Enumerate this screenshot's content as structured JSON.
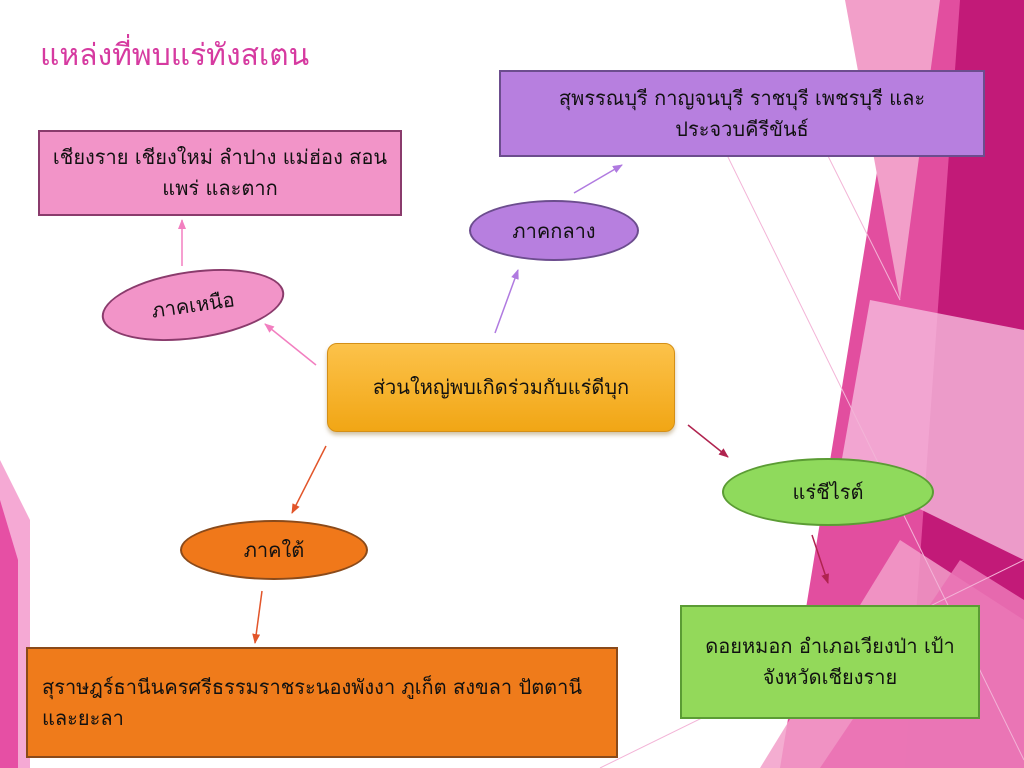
{
  "title": "แหล่งที่พบแร่ทังสเตน",
  "center": {
    "text": "ส่วนใหญ่พบเกิดร่วมกับแร่ดีบุก"
  },
  "regions": {
    "north": {
      "label": "ภาคเหนือ",
      "locations": "เชียงราย เชียงใหม่ ลำปาง แม่ฮ่อง สอน แพร่ และตาก"
    },
    "central": {
      "label": "ภาคกลาง",
      "locations": "สุพรรณบุรี กาญจนบุรี ราชบุรี เพชรบุรี และ ประจวบคีรีขันธ์"
    },
    "south": {
      "label": "ภาคใต้",
      "locations": "สุราษฎร์ธานีนครศรีธรรมราชระนองพังงา ภูเก็ต  สงขลา ปัตตานีและยะลา"
    },
    "scheelite": {
      "label": "แร่ชีไรต์",
      "locations": "ดอยหมอก อำเภอเวียงป่า เป้า จังหวัดเชียงราย"
    }
  },
  "colors": {
    "title": "#d63aa0",
    "north": "#f294c8",
    "central": "#b77fdf",
    "south": "#ef7b1b",
    "scheelite": "#93d95a",
    "center": "#f7b22e",
    "accent": "#c21a78"
  }
}
